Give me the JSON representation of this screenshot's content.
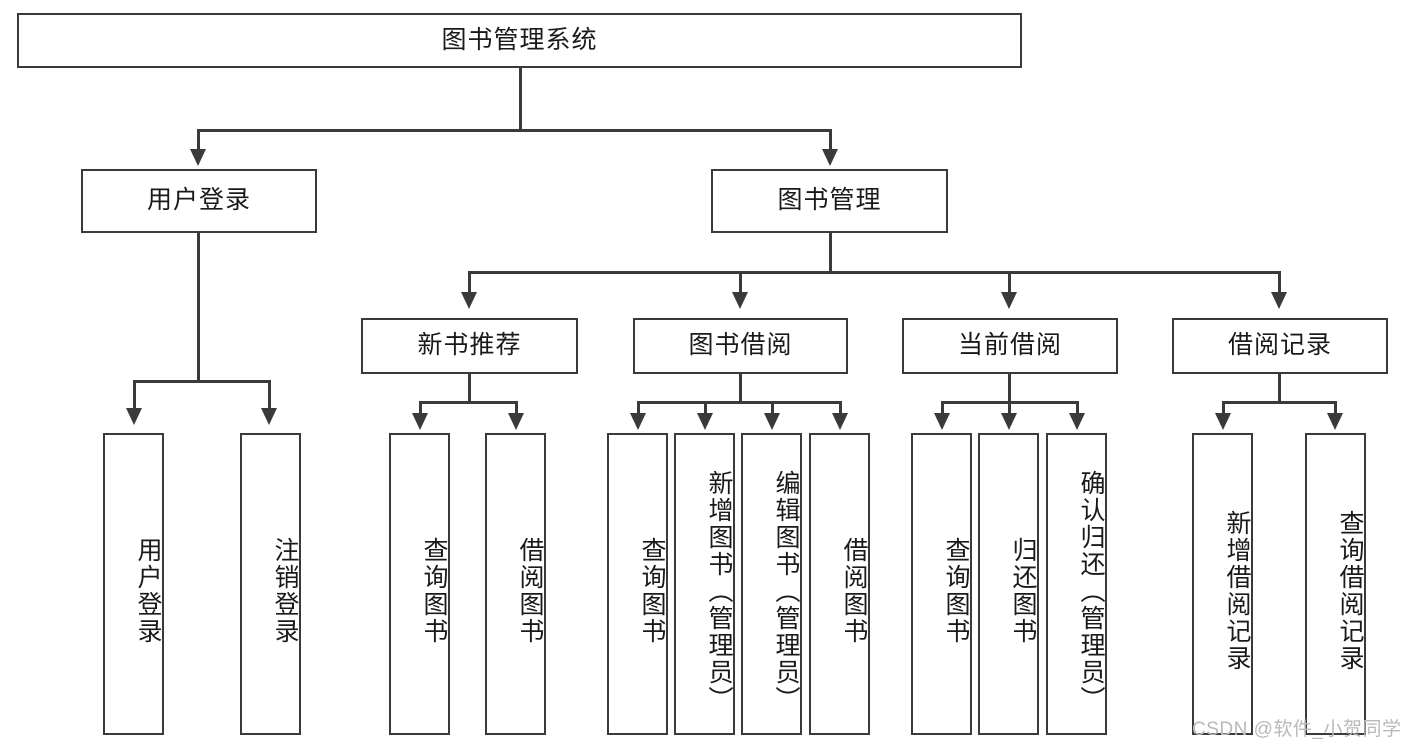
{
  "diagram": {
    "title": "图书管理系统",
    "watermark": "CSDN @软件_小贺同学",
    "colors": {
      "stroke": "#3a3a3a",
      "fill": "#ffffff",
      "text": "#1a1a1a",
      "watermark": "#b9b9b9"
    },
    "levels": {
      "root": {
        "label": "图书管理系统"
      },
      "level2": [
        {
          "label": "用户登录"
        },
        {
          "label": "图书管理"
        }
      ],
      "level3": [
        {
          "label": "新书推荐"
        },
        {
          "label": "图书借阅"
        },
        {
          "label": "当前借阅"
        },
        {
          "label": "借阅记录"
        }
      ],
      "leaves": {
        "user_login": [
          {
            "label": "用户登录"
          },
          {
            "label": "注销登录"
          }
        ],
        "new_book_recommend": [
          {
            "label": "查询图书"
          },
          {
            "label": "借阅图书"
          }
        ],
        "book_borrow": [
          {
            "label": "查询图书"
          },
          {
            "label": "新增图书（管理员）"
          },
          {
            "label": "编辑图书（管理员）"
          },
          {
            "label": "借阅图书"
          }
        ],
        "current_borrow": [
          {
            "label": "查询图书"
          },
          {
            "label": "归还图书"
          },
          {
            "label": "确认归还（管理员）"
          }
        ],
        "borrow_record": [
          {
            "label": "新增借阅记录"
          },
          {
            "label": "查询借阅记录"
          }
        ]
      }
    }
  }
}
